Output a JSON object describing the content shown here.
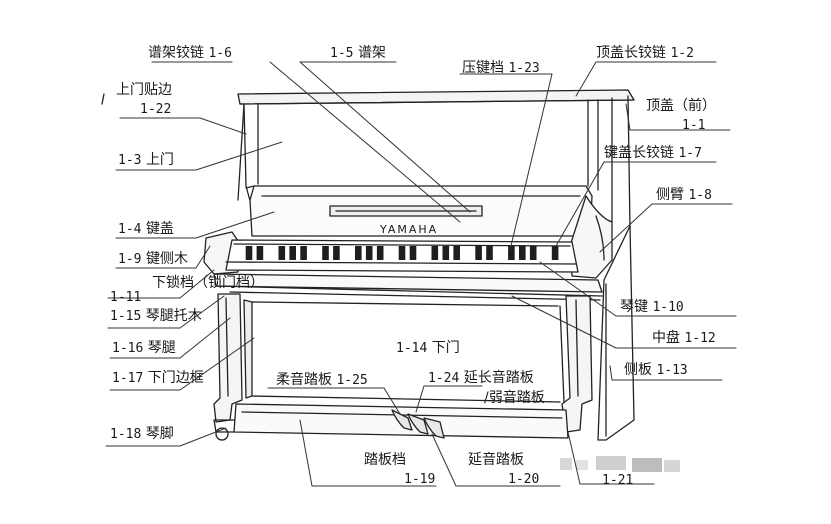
{
  "brand": "YAMAHA",
  "labels": {
    "l1_6": {
      "name": "谱架铰链",
      "code": "1-6"
    },
    "l1_5": {
      "name": "谱架",
      "code": "1-5"
    },
    "l1_2": {
      "name": "顶盖长铰链",
      "code": "1-2"
    },
    "l1_23": {
      "name": "压键档",
      "code": "1-23"
    },
    "l1_22": {
      "name": "上门贴边",
      "code": "1-22"
    },
    "l1_1": {
      "name": "顶盖（前）",
      "code": "1-1"
    },
    "l1_3": {
      "name": "上门",
      "code": "1-3"
    },
    "l1_7": {
      "name": "键盖长铰链",
      "code": "1-7"
    },
    "l1_8": {
      "name": "侧臂",
      "code": "1-8"
    },
    "l1_4": {
      "name": "键盖",
      "code": "1-4"
    },
    "l1_9": {
      "name": "键侧木",
      "code": "1-9"
    },
    "l1_11": {
      "name": "下锁档（锁门档）",
      "code": "1-11"
    },
    "l1_10": {
      "name": "琴键",
      "code": "1-10"
    },
    "l1_15": {
      "name": "琴腿托木",
      "code": "1-15"
    },
    "l1_12": {
      "name": "中盘",
      "code": "1-12"
    },
    "l1_16": {
      "name": "琴腿",
      "code": "1-16"
    },
    "l1_14": {
      "name": "下门",
      "code": "1-14"
    },
    "l1_13": {
      "name": "侧板",
      "code": "1-13"
    },
    "l1_17": {
      "name": "下门边框",
      "code": "1-17"
    },
    "l1_25": {
      "name": "柔音踏板",
      "code": "1-25"
    },
    "l1_24": {
      "name": "延长音踏板",
      "code": "1-24",
      "extra": "/弱音踏板"
    },
    "l1_18": {
      "name": "琴脚",
      "code": "1-18"
    },
    "l1_19": {
      "name": "踏板档",
      "code": "1-19"
    },
    "l1_20": {
      "name": "延音踏板",
      "code": "1-20"
    },
    "l1_21": {
      "code": "1-21"
    }
  }
}
